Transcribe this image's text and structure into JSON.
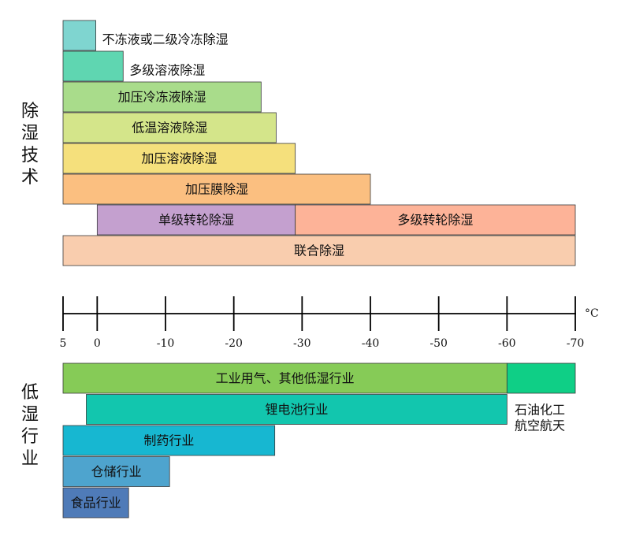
{
  "sections": {
    "tech_label": "除湿技术",
    "industry_label": "低湿行业"
  },
  "axis": {
    "unit": "°C",
    "min": 5,
    "max": -70,
    "ticks": [
      {
        "value": 5,
        "label": "5"
      },
      {
        "value": 0,
        "label": "0"
      },
      {
        "value": -10,
        "label": "-10"
      },
      {
        "value": -20,
        "label": "-20"
      },
      {
        "value": -30,
        "label": "-30"
      },
      {
        "value": -40,
        "label": "-40"
      },
      {
        "value": -50,
        "label": "-50"
      },
      {
        "value": -60,
        "label": "-60"
      },
      {
        "value": -70,
        "label": "-70"
      }
    ]
  },
  "technologies": [
    {
      "label": "不冻液或二级冷冻除湿",
      "from": 5,
      "to": 0.2,
      "color": "#7fd5d0",
      "label_outside": true
    },
    {
      "label": "多级溶液除湿",
      "from": 5,
      "to": -3.8,
      "color": "#5fd6b1",
      "label_outside": true
    },
    {
      "label": "加压冷冻液除湿",
      "from": 5,
      "to": -24,
      "color": "#a9dc8b"
    },
    {
      "label": "低温溶液除湿",
      "from": 5,
      "to": -26.2,
      "color": "#d4e58a"
    },
    {
      "label": "加压溶液除湿",
      "from": 5,
      "to": -29,
      "color": "#f5e07c"
    },
    {
      "label": "加压膜除湿",
      "from": 5,
      "to": -40,
      "color": "#fbbf80"
    },
    {
      "label": "单级转轮除湿",
      "from": 0,
      "to": -29,
      "color": "#c4a0cf",
      "row": 6
    },
    {
      "label": "多级转轮除湿",
      "from": -29,
      "to": -70,
      "color": "#fdb398",
      "row": 6
    },
    {
      "label": "联合除湿",
      "from": 5,
      "to": -70,
      "color": "#f9cdae",
      "row": 7
    }
  ],
  "industries": [
    {
      "label": "工业用气、其他低湿行业",
      "from": 5,
      "to": -60,
      "color": "#86cb57"
    },
    {
      "label": "锂电池行业",
      "from": 1.6,
      "to": -60,
      "color": "#12c6ae"
    },
    {
      "label": "制药行业",
      "from": 5,
      "to": -26,
      "color": "#17b7d1"
    },
    {
      "label": "仓储行业",
      "from": 5,
      "to": -10.6,
      "color": "#4ea4ce"
    },
    {
      "label": "食品行业",
      "from": 5,
      "to": -4.6,
      "color": "#4f7bb8"
    }
  ],
  "extra_bar": {
    "from": -60,
    "to": -70,
    "color": "#0fcf86"
  },
  "side_note": {
    "line1": "石油化工",
    "line2": "航空航天"
  }
}
